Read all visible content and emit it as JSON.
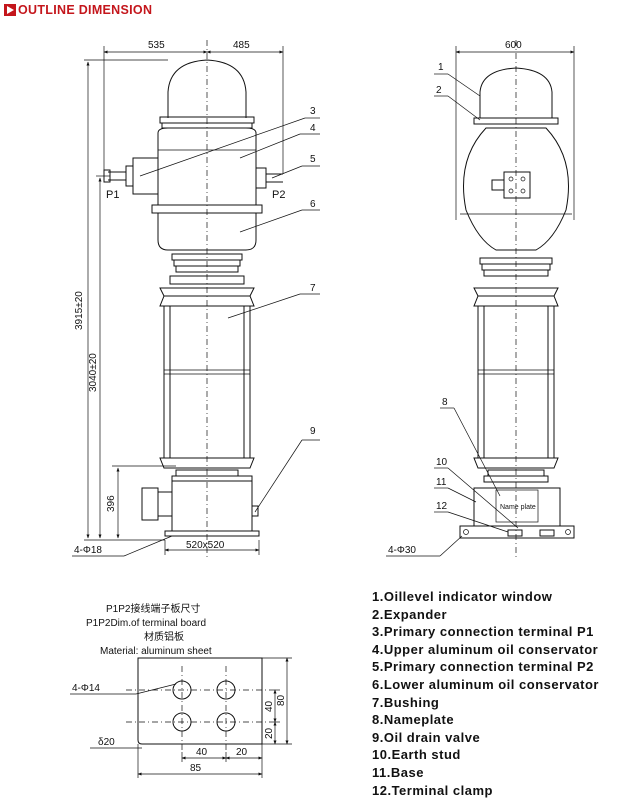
{
  "header": {
    "title": "OUTLINE DIMENSION",
    "accent_color": "#c4161c",
    "icon": "play-triangle-icon"
  },
  "front_view": {
    "dims": {
      "left_width": "535",
      "right_width": "485",
      "total_height": "3915±20",
      "bushing_height": "3040±20",
      "base_height": "396",
      "base_size": "520x520"
    },
    "terminals": {
      "p1": "P1",
      "p2": "P2"
    },
    "callouts": [
      "3",
      "4",
      "5",
      "6",
      "7",
      "9"
    ],
    "base_holes": "4-Φ18"
  },
  "side_view": {
    "dims": {
      "width": "600"
    },
    "callouts": [
      "1",
      "2",
      "8",
      "10",
      "11",
      "12"
    ],
    "base_holes": "4-Φ30",
    "nameplate_text": "Name plate"
  },
  "terminal_board": {
    "title_cn": "P1P2接线端子板尺寸",
    "title_en": "P1P2Dim.of terminal board",
    "material_cn": "材质铝板",
    "material_en": "Material: aluminum sheet",
    "holes": "4-Φ14",
    "thickness": "δ20",
    "dims": {
      "v40": "40",
      "v20": "20",
      "v80": "80",
      "h40": "40",
      "h20": "20",
      "h85": "85"
    }
  },
  "legend": [
    "1.Oillevel indicator window",
    "2.Expander",
    "3.Primary connection terminal P1",
    "4.Upper aluminum oil conservator",
    "5.Primary connection terminal P2",
    "6.Lower aluminum oil conservator",
    "7.Bushing",
    "8.Nameplate",
    "9.Oil drain valve",
    "10.Earth stud",
    "11.Base",
    "12.Terminal clamp"
  ]
}
